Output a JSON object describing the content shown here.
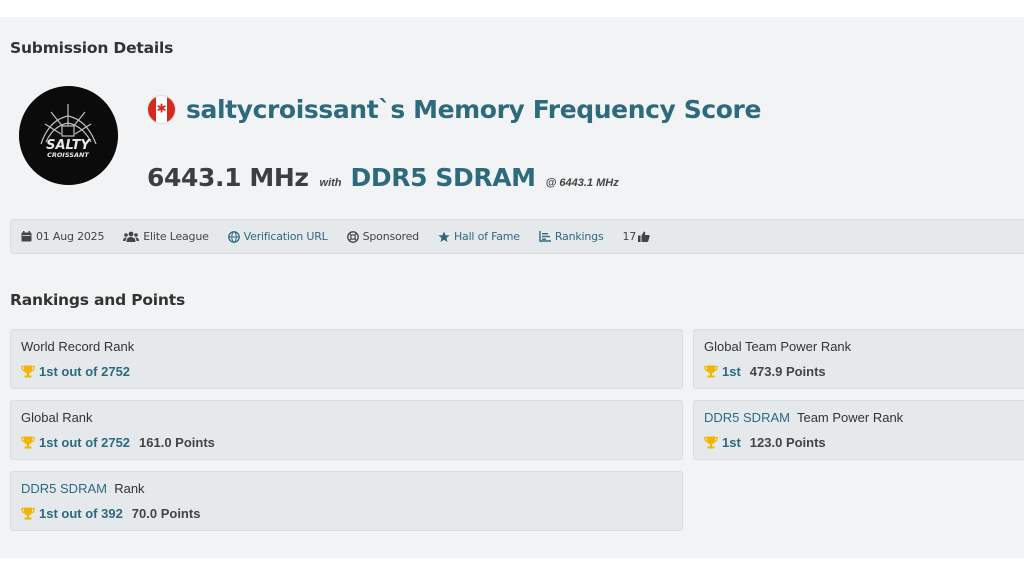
{
  "submission": {
    "section_title": "Submission Details",
    "avatar_text_line1": "SALTY",
    "avatar_text_line2": "CROISSANT",
    "flag_icon": "canada-flag-icon",
    "title": "saltycroissant`s Memory Frequency Score",
    "score": "6443.1 MHz",
    "with_label": "with",
    "hardware": "DDR5 SDRAM",
    "at_freq": "@ 6443.1 MHz"
  },
  "infobar": {
    "date": "01 Aug 2025",
    "league": "Elite League",
    "verification": "Verification URL",
    "sponsored": "Sponsored",
    "hall_of_fame": "Hall of Fame",
    "rankings": "Rankings",
    "likes": "17"
  },
  "rankings": {
    "section_title": "Rankings and Points",
    "cards": [
      {
        "label": "World Record Rank",
        "label_link": "",
        "rank": "1st out of 2752",
        "points": ""
      },
      {
        "label": "Global Rank",
        "label_link": "",
        "rank": "1st out of 2752",
        "points": "161.0 Points"
      },
      {
        "label": "Rank",
        "label_link": "DDR5 SDRAM",
        "rank": "1st out of 392",
        "points": "70.0 Points"
      },
      {
        "label": "Global Team Power Rank",
        "label_link": "",
        "rank": "1st",
        "points": "473.9 Points"
      },
      {
        "label": "Team Power Rank",
        "label_link": "DDR5 SDRAM",
        "rank": "1st",
        "points": "123.0 Points"
      }
    ]
  },
  "colors": {
    "accent": "#2d6a7e",
    "trophy": "#f2b600",
    "panel_bg": "#f1f3f4",
    "card_bg": "#e6e9ec"
  }
}
